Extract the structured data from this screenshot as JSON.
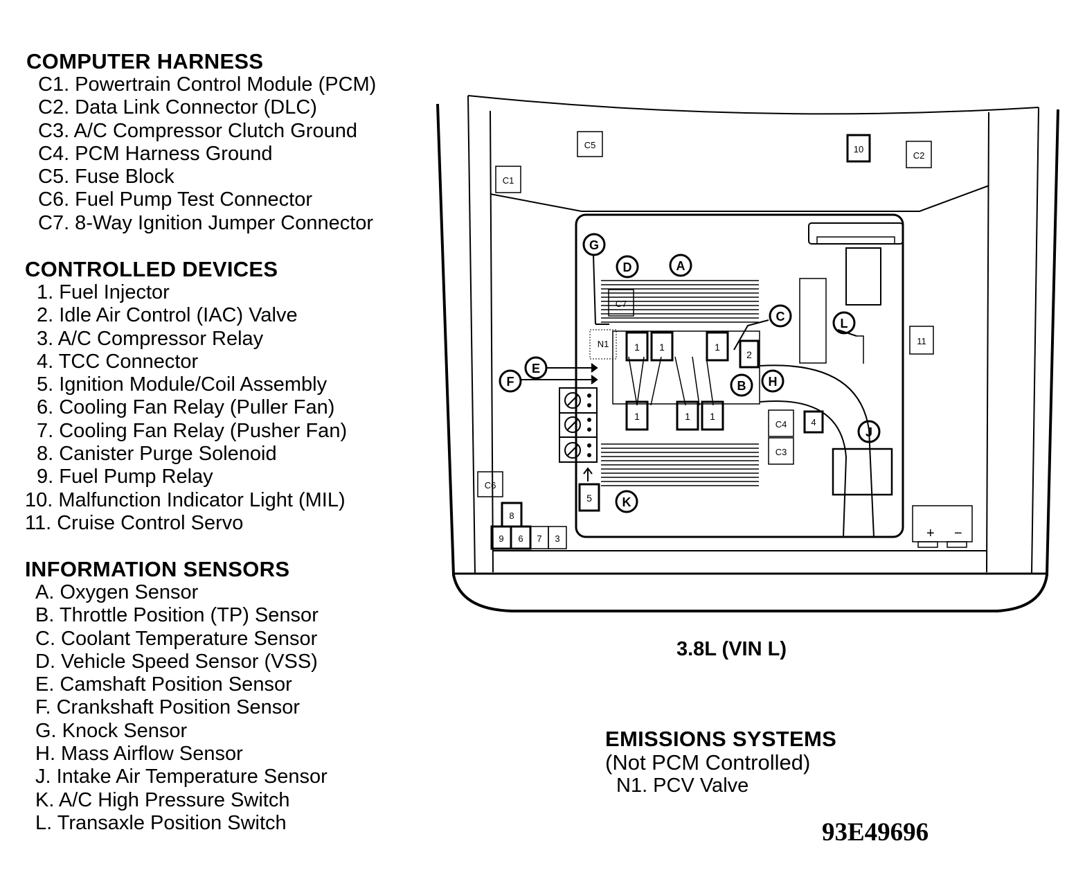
{
  "computer_harness": {
    "title": "COMPUTER HARNESS",
    "items": [
      "C1. Powertrain Control Module (PCM)",
      "C2. Data Link Connector (DLC)",
      "C3. A/C Compressor Clutch Ground",
      "C4. PCM Harness Ground",
      "C5. Fuse Block",
      "C6. Fuel Pump Test Connector",
      "C7. 8-Way Ignition Jumper Connector"
    ]
  },
  "controlled_devices": {
    "title": "CONTROLLED DEVICES",
    "items": [
      "1. Fuel Injector",
      "2. Idle Air Control (IAC) Valve",
      "3. A/C Compressor Relay",
      "4. TCC Connector",
      "5. Ignition Module/Coil Assembly",
      "6. Cooling Fan Relay (Puller Fan)",
      "7. Cooling Fan Relay (Pusher Fan)",
      "8. Canister Purge Solenoid",
      "9. Fuel Pump Relay",
      "10. Malfunction Indicator Light (MIL)",
      "11. Cruise Control Servo"
    ]
  },
  "information_sensors": {
    "title": "INFORMATION SENSORS",
    "items": [
      "A. Oxygen Sensor",
      "B. Throttle Position (TP) Sensor",
      "C. Coolant Temperature Sensor",
      "D. Vehicle Speed Sensor (VSS)",
      "E. Camshaft Position Sensor",
      "F. Crankshaft Position Sensor",
      "G. Knock Sensor",
      "H. Mass Airflow Sensor",
      "J. Intake Air Temperature Sensor",
      "K. A/C High Pressure Switch",
      "L. Transaxle Position Switch"
    ]
  },
  "emissions_systems": {
    "title": "EMISSIONS SYSTEMS",
    "subtitle": "(Not PCM Controlled)",
    "items": [
      "N1. PCV Valve"
    ]
  },
  "diagram": {
    "caption": "3.8L (VIN L)",
    "figure_id": "93E49696",
    "box_labels": {
      "c1": "C1",
      "c2": "C2",
      "c3": "C3",
      "c4": "C4",
      "c5": "C5",
      "c6": "C6",
      "c7": "C7",
      "n1": "N1",
      "d1": "1",
      "d2": "2",
      "d3": "3",
      "d4": "4",
      "d5": "5",
      "d6": "6",
      "d7": "7",
      "d8": "8",
      "d9": "9",
      "d10": "10",
      "d11": "11"
    },
    "circle_labels": {
      "a": "A",
      "b": "B",
      "c": "C",
      "d": "D",
      "e": "E",
      "f": "F",
      "g": "G",
      "h": "H",
      "j": "J",
      "k": "K",
      "l": "L"
    },
    "battery": {
      "plus": "+",
      "minus": "−"
    }
  }
}
